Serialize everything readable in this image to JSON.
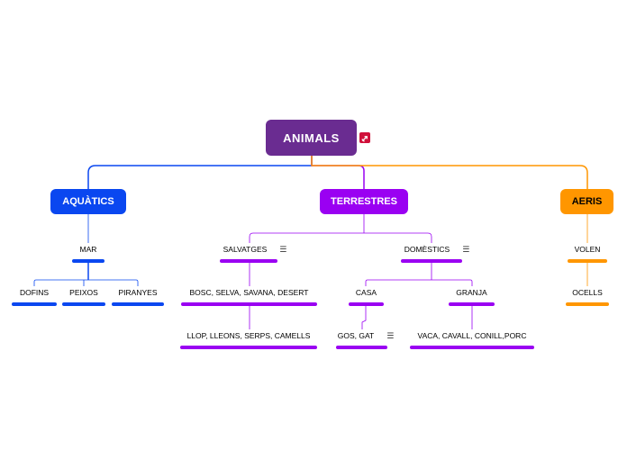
{
  "root": {
    "label": "ANIMALS"
  },
  "aquatics": {
    "label": "AQUÀTICS",
    "mar": {
      "label": "MAR",
      "children": [
        "DOFINS",
        "PEIXOS",
        "PIRANYES"
      ]
    }
  },
  "terrestres": {
    "label": "TERRESTRES",
    "salvatges": {
      "label": "SALVATGES",
      "habitat": "BOSC, SELVA, SAVANA, DESERT",
      "examples": "LLOP, LLEONS, SERPS, CAMELLS"
    },
    "domestics": {
      "label": "DOMÈSTICS",
      "casa": {
        "label": "CASA",
        "examples": "GOS, GAT"
      },
      "granja": {
        "label": "GRANJA",
        "examples": "VACA, CAVALL, CONILL,PORC"
      }
    }
  },
  "aeris": {
    "label": "AERIS",
    "volen": {
      "label": "VOLEN",
      "examples": "OCELLS"
    }
  },
  "colors": {
    "root": "#6a2c91",
    "aquatics": "#0a47f0",
    "terrestres": "#9a00f2",
    "aeris": "#ff9600",
    "link_icon": "#d0103a"
  }
}
